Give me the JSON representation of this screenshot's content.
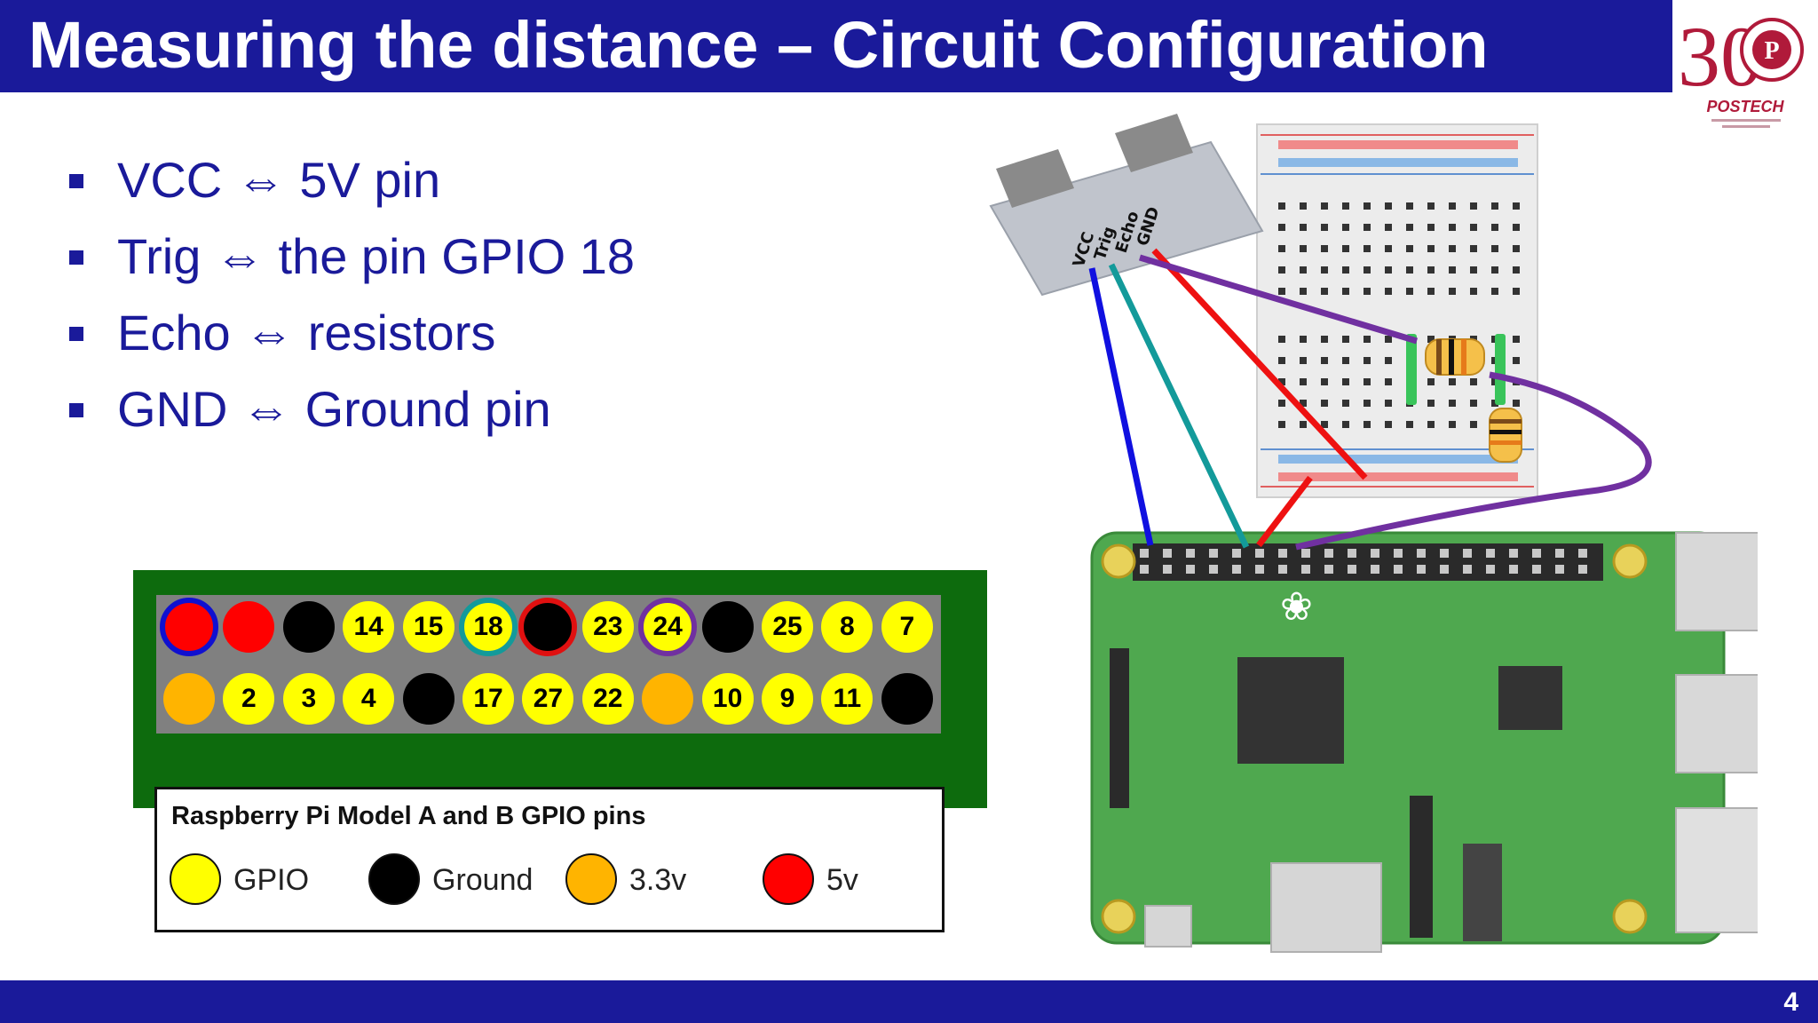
{
  "slide": {
    "title": "Measuring the distance – Circuit Configuration",
    "page_number": "4"
  },
  "logo": {
    "text": "POSTECH",
    "number": "30",
    "badge_letter": "P"
  },
  "bullets": [
    {
      "label": "VCC",
      "arrow": "⇔",
      "target": "5V pin"
    },
    {
      "label": "Trig",
      "arrow": "⇔",
      "target": "the pin GPIO 18"
    },
    {
      "label": "Echo",
      "arrow": "⇔",
      "target": "resistors"
    },
    {
      "label": "GND",
      "arrow": "⇔",
      "target": "Ground pin"
    }
  ],
  "gpio_header": {
    "top_row": [
      {
        "label": "",
        "type": "5v",
        "highlight": "#1010d0"
      },
      {
        "label": "",
        "type": "5v",
        "highlight": ""
      },
      {
        "label": "",
        "type": "ground",
        "highlight": ""
      },
      {
        "label": "14",
        "type": "gpio",
        "highlight": ""
      },
      {
        "label": "15",
        "type": "gpio",
        "highlight": ""
      },
      {
        "label": "18",
        "type": "gpio",
        "highlight": "#139a9a"
      },
      {
        "label": "",
        "type": "ground",
        "highlight": "#e01010"
      },
      {
        "label": "23",
        "type": "gpio",
        "highlight": ""
      },
      {
        "label": "24",
        "type": "gpio",
        "highlight": "#7030a0"
      },
      {
        "label": "",
        "type": "ground",
        "highlight": ""
      },
      {
        "label": "25",
        "type": "gpio",
        "highlight": ""
      },
      {
        "label": "8",
        "type": "gpio",
        "highlight": ""
      },
      {
        "label": "7",
        "type": "gpio",
        "highlight": ""
      }
    ],
    "bottom_row": [
      {
        "label": "",
        "type": "3v3",
        "highlight": ""
      },
      {
        "label": "2",
        "type": "gpio",
        "highlight": ""
      },
      {
        "label": "3",
        "type": "gpio",
        "highlight": ""
      },
      {
        "label": "4",
        "type": "gpio",
        "highlight": ""
      },
      {
        "label": "",
        "type": "ground",
        "highlight": ""
      },
      {
        "label": "17",
        "type": "gpio",
        "highlight": ""
      },
      {
        "label": "27",
        "type": "gpio",
        "highlight": ""
      },
      {
        "label": "22",
        "type": "gpio",
        "highlight": ""
      },
      {
        "label": "",
        "type": "3v3",
        "highlight": ""
      },
      {
        "label": "10",
        "type": "gpio",
        "highlight": ""
      },
      {
        "label": "9",
        "type": "gpio",
        "highlight": ""
      },
      {
        "label": "11",
        "type": "gpio",
        "highlight": ""
      },
      {
        "label": "",
        "type": "ground",
        "highlight": ""
      }
    ]
  },
  "legend": {
    "title": "Raspberry Pi Model A and B GPIO pins",
    "items": [
      {
        "label": "GPIO",
        "color": "#ffff00"
      },
      {
        "label": "Ground",
        "color": "#000000"
      },
      {
        "label": "3.3v",
        "color": "#ffb400"
      },
      {
        "label": "5v",
        "color": "#ff0000"
      }
    ]
  },
  "sensor": {
    "pins": [
      "VCC",
      "Trig",
      "Echo",
      "GND"
    ]
  },
  "colors": {
    "brand": "#1a1a9a",
    "board_green": "#0d6b0d",
    "wire_vcc": "#1010e0",
    "wire_trig": "#139a9a",
    "wire_gnd": "#ee1111",
    "wire_echo": "#7030a0"
  }
}
